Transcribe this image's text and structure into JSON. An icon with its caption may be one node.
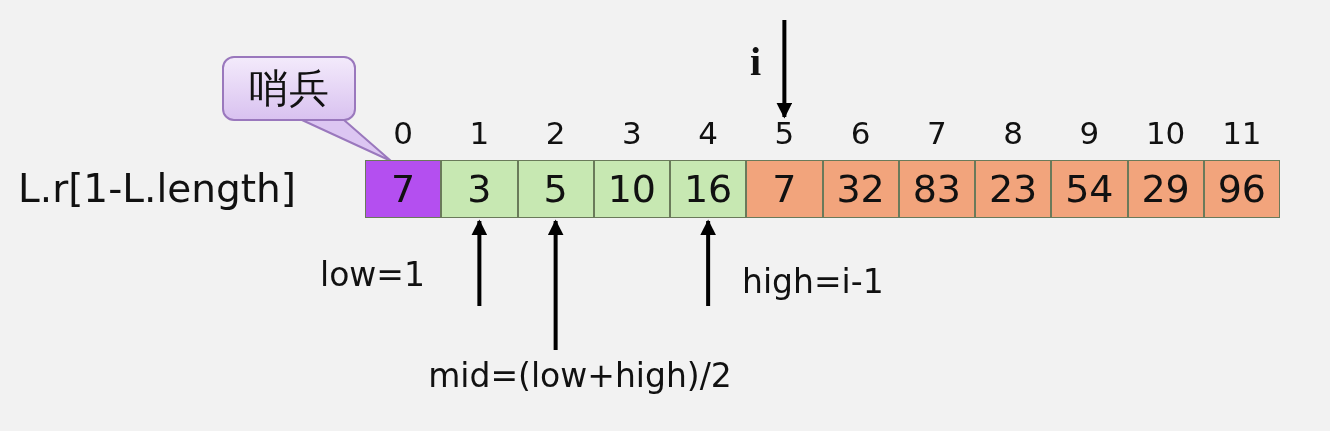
{
  "diagram": {
    "nodes": [
      {
        "text": [
          "哨兵"
        ]
      },
      {
        "text": [
          "7"
        ],
        "beside": [
          "0"
        ]
      },
      {
        "text": [
          "3"
        ],
        "beside": [
          "1"
        ]
      },
      {
        "text": [
          "5"
        ],
        "beside": [
          "2"
        ]
      },
      {
        "text": [
          "10"
        ],
        "beside": [
          "3"
        ]
      },
      {
        "text": [
          "16"
        ],
        "beside": [
          "4"
        ]
      },
      {
        "text": [
          "7"
        ],
        "beside": [
          "5"
        ]
      },
      {
        "text": [
          "32"
        ],
        "beside": [
          "6"
        ]
      },
      {
        "text": [
          "83"
        ],
        "beside": [
          "7"
        ]
      },
      {
        "text": [
          "23"
        ],
        "beside": [
          "8"
        ]
      },
      {
        "text": [
          "54"
        ],
        "beside": [
          "9"
        ]
      },
      {
        "text": [
          "29"
        ],
        "beside": [
          "10"
        ]
      },
      {
        "text": [
          "96"
        ],
        "beside": [
          "11"
        ]
      },
      {
        "text": [
          "mid=(low+high)/2"
        ]
      }
    ],
    "edges": [
      {
        "from": 0,
        "to": 1,
        "arrow": "none"
      },
      {
        "from": null,
        "to": 6,
        "arrow": "to"
      },
      {
        "from": null,
        "to": 2,
        "arrow": "to"
      },
      {
        "from": 13,
        "to": 3,
        "arrow": "to"
      },
      {
        "from": null,
        "to": 5,
        "arrow": "to"
      }
    ],
    "labels": [
      "i",
      "L.r[1-L.length]",
      "low=1",
      "high=i-1"
    ]
  }
}
